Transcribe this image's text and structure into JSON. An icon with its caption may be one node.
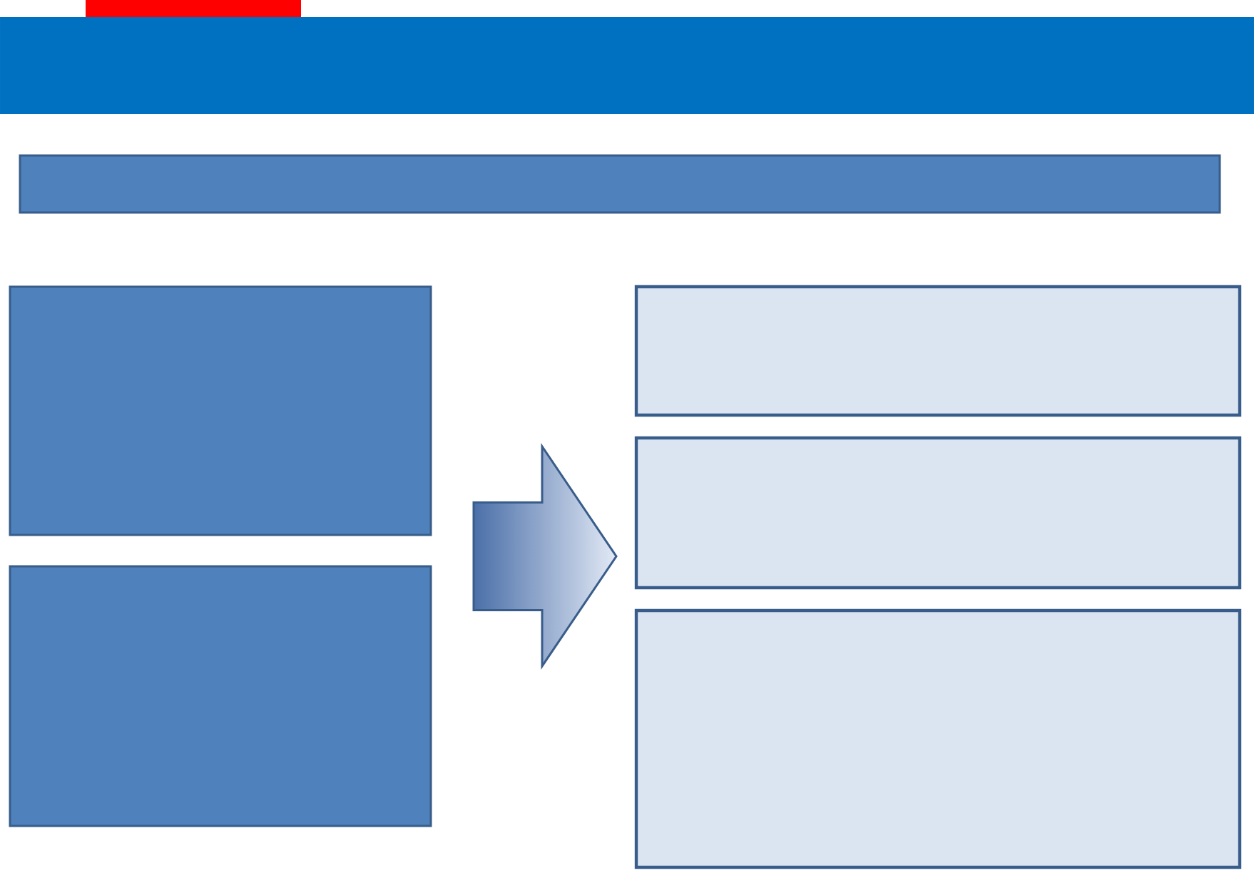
{
  "diagram": {
    "nodes": [
      {
        "text": [],
        "shape": "bar"
      },
      {
        "text": [],
        "shape": "bar"
      },
      {
        "text": [],
        "shape": "box"
      },
      {
        "text": [],
        "shape": "box"
      },
      {
        "text": [],
        "shape": "box"
      },
      {
        "text": [],
        "shape": "arrow"
      },
      {
        "text": [],
        "shape": "box"
      },
      {
        "text": [],
        "shape": "box"
      },
      {
        "text": [],
        "shape": "box"
      }
    ]
  }
}
